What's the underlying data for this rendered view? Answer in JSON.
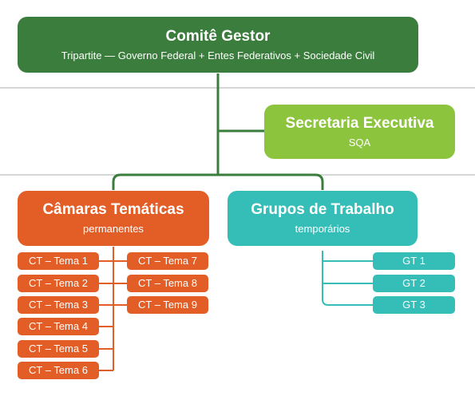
{
  "comite": {
    "title": "Comitê Gestor",
    "subtitle": "Tripartite — Governo Federal + Entes Federativos + Sociedade Civil",
    "color": "#3a7d3c"
  },
  "secretaria": {
    "title": "Secretaria Executiva",
    "subtitle": "SQA",
    "color": "#8cc43e"
  },
  "camaras": {
    "title": "Câmaras Temáticas",
    "subtitle": "permanentes",
    "color": "#e35d26",
    "items": [
      "CT – Tema 1",
      "CT – Tema 2",
      "CT – Tema 3",
      "CT – Tema 4",
      "CT – Tema 5",
      "CT – Tema 6",
      "CT – Tema 7",
      "CT – Tema 8",
      "CT – Tema 9"
    ]
  },
  "grupos": {
    "title": "Grupos de Trabalho",
    "subtitle": "temporários",
    "color": "#35bdb7",
    "items": [
      "GT 1",
      "GT 2",
      "GT 3"
    ]
  },
  "colors": {
    "connector_green": "#3a7d3c",
    "separator": "#d6d6d6"
  }
}
